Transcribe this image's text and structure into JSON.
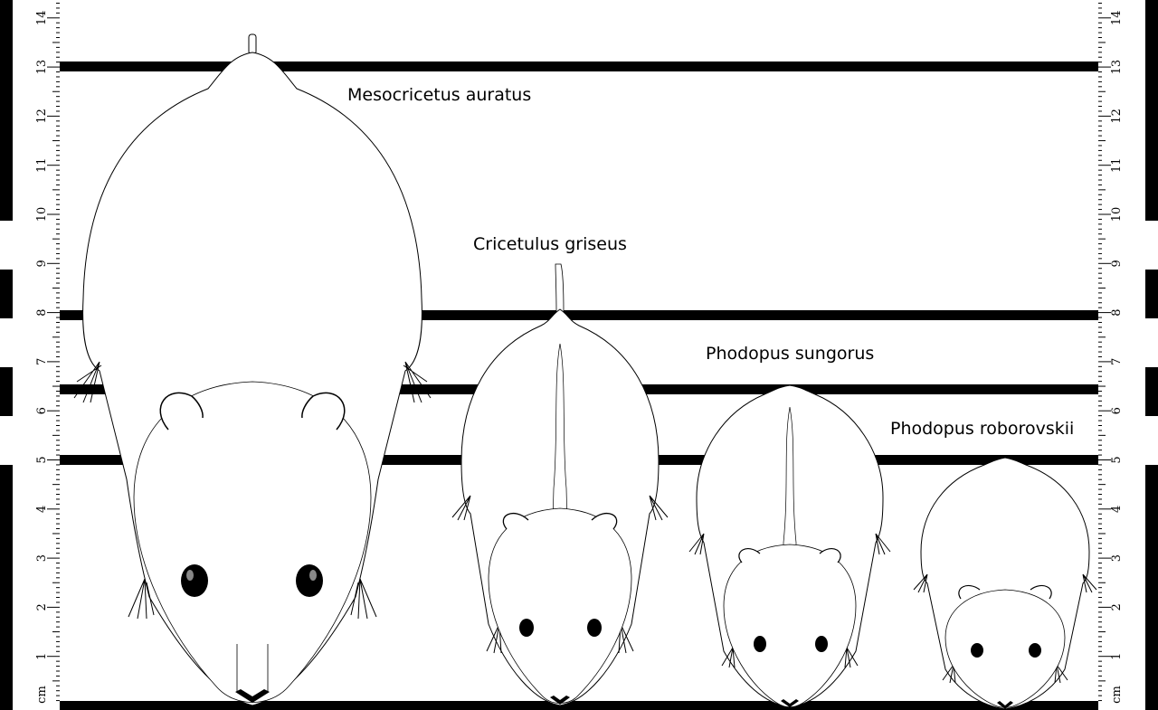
{
  "ruler": {
    "unit_label": "cm",
    "numbers": [
      "1",
      "2",
      "3",
      "4",
      "5",
      "6",
      "7",
      "8",
      "9",
      "10",
      "11",
      "12",
      "13",
      "14"
    ]
  },
  "species": [
    {
      "id": "mesocricetus",
      "name": "Mesocricetus auratus"
    },
    {
      "id": "cricetulus",
      "name": "Cricetulus griseus"
    },
    {
      "id": "sungorus",
      "name": "Phodopus sungorus"
    },
    {
      "id": "roborovskii",
      "name": "Phodopus roborovskii"
    }
  ],
  "colors": {
    "bar": "#000000",
    "background": "#ffffff",
    "eye": "#000000"
  }
}
